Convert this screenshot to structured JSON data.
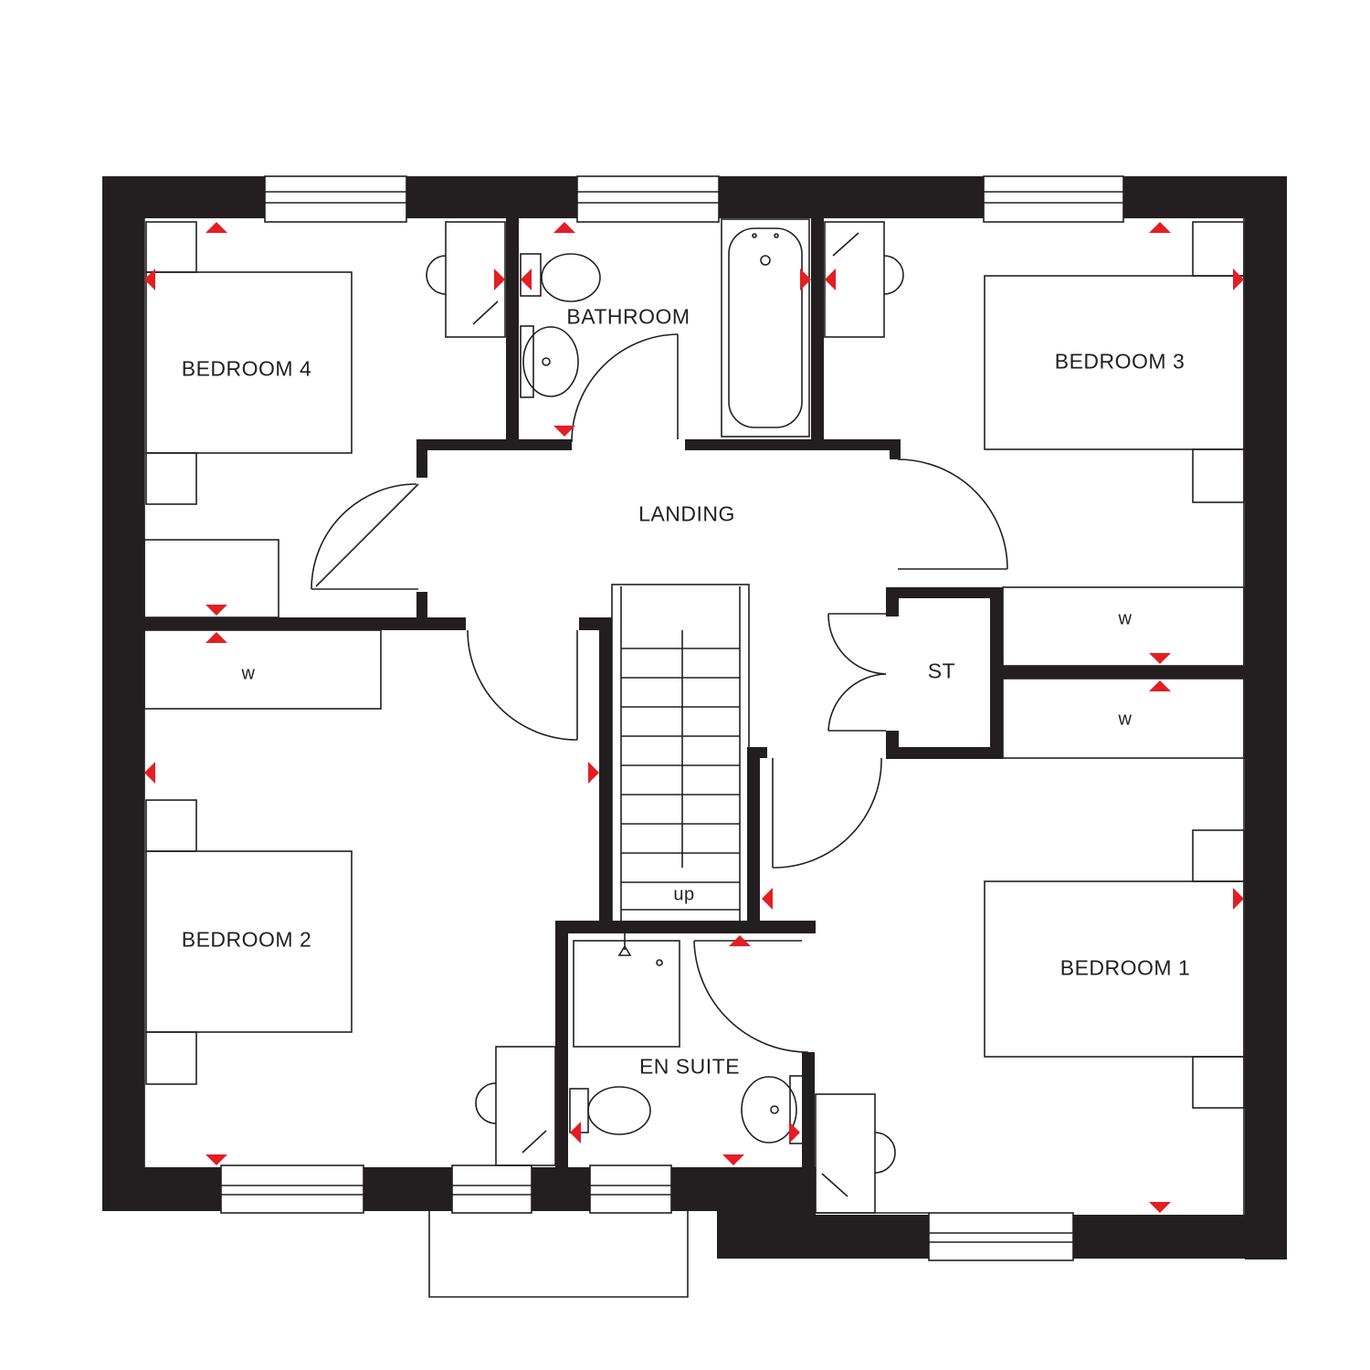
{
  "colors": {
    "wall": "#231f20",
    "line": "#231f20",
    "marker": "#e31e24",
    "background": "#ffffff"
  },
  "rooms": {
    "bathroom": "BATHROOM",
    "bedroom4": "BEDROOM 4",
    "bedroom3": "BEDROOM 3",
    "landing": "LANDING",
    "store": "ST",
    "bedroom2": "BEDROOM 2",
    "bedroom1": "BEDROOM 1",
    "en_suite": "EN SUITE"
  },
  "wardrobes": {
    "bedroom4": "w",
    "bedroom3": "w",
    "bedroom1": "w"
  },
  "stairs": {
    "direction": "up"
  }
}
